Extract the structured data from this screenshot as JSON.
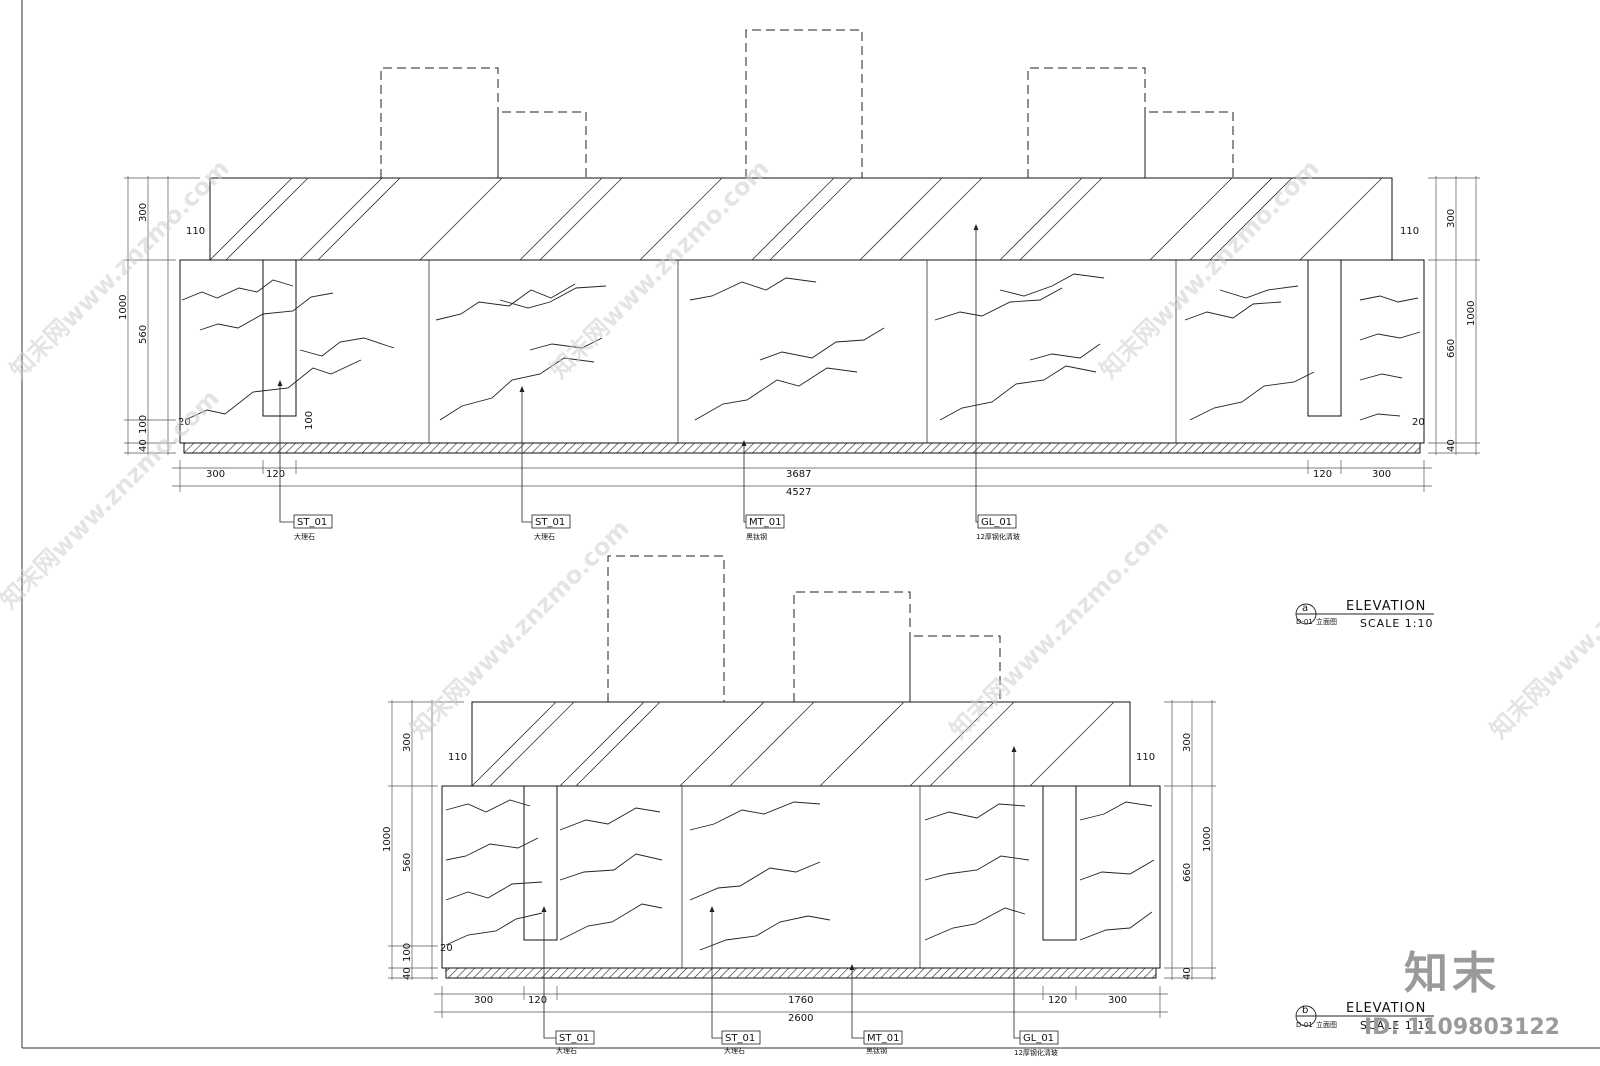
{
  "elevation_a": {
    "dims_top": {
      "h300": "300",
      "h110l": "110",
      "h110r": "110",
      "h300r": "300"
    },
    "dims_left": {
      "h1000": "1000",
      "h560": "560",
      "h100": "100",
      "h40": "40",
      "h20": "20",
      "h100b": "100"
    },
    "dims_right": {
      "h1000": "1000",
      "h660": "660",
      "h20": "20",
      "h40": "40"
    },
    "dims_bottom": {
      "w300l": "300",
      "w120l": "120",
      "w3687": "3687",
      "w120r": "120",
      "w300r": "300",
      "w4527": "4527"
    },
    "tags": [
      {
        "code": "ST_01",
        "label": "大理石"
      },
      {
        "code": "ST_01",
        "label": "大理石"
      },
      {
        "code": "MT_01",
        "label": "黑钛钢"
      },
      {
        "code": "GL_01",
        "label": "12厚钢化清玻"
      }
    ],
    "mark": {
      "letter": "a",
      "ref": "D-01",
      "ref_label": "立面图",
      "title": "ELEVATION",
      "scale": "SCALE 1:10"
    }
  },
  "elevation_b": {
    "dims_top": {
      "h300": "300",
      "h110l": "110",
      "h110r": "110",
      "h300r": "300"
    },
    "dims_left": {
      "h1000": "1000",
      "h560": "560",
      "h100": "100",
      "h40": "40",
      "h20": "20"
    },
    "dims_right": {
      "h1000": "1000",
      "h660": "660",
      "h40": "40"
    },
    "dims_bottom": {
      "w300l": "300",
      "w120l": "120",
      "w1760": "1760",
      "w120r": "120",
      "w300r": "300",
      "w2600": "2600"
    },
    "tags": [
      {
        "code": "ST_01",
        "label": "大理石"
      },
      {
        "code": "ST_01",
        "label": "大理石"
      },
      {
        "code": "MT_01",
        "label": "黑钛钢"
      },
      {
        "code": "GL_01",
        "label": "12厚钢化清玻"
      }
    ],
    "mark": {
      "letter": "b",
      "ref": "D-01",
      "ref_label": "立面图",
      "title": "ELEVATION",
      "scale": "SCALE 1:10"
    }
  },
  "watermark": {
    "text": "知末网www.znzmo.com",
    "color": "#cfcfcf"
  },
  "brand": {
    "logo_text": "知末",
    "id_text": "ID: 1109803122"
  }
}
